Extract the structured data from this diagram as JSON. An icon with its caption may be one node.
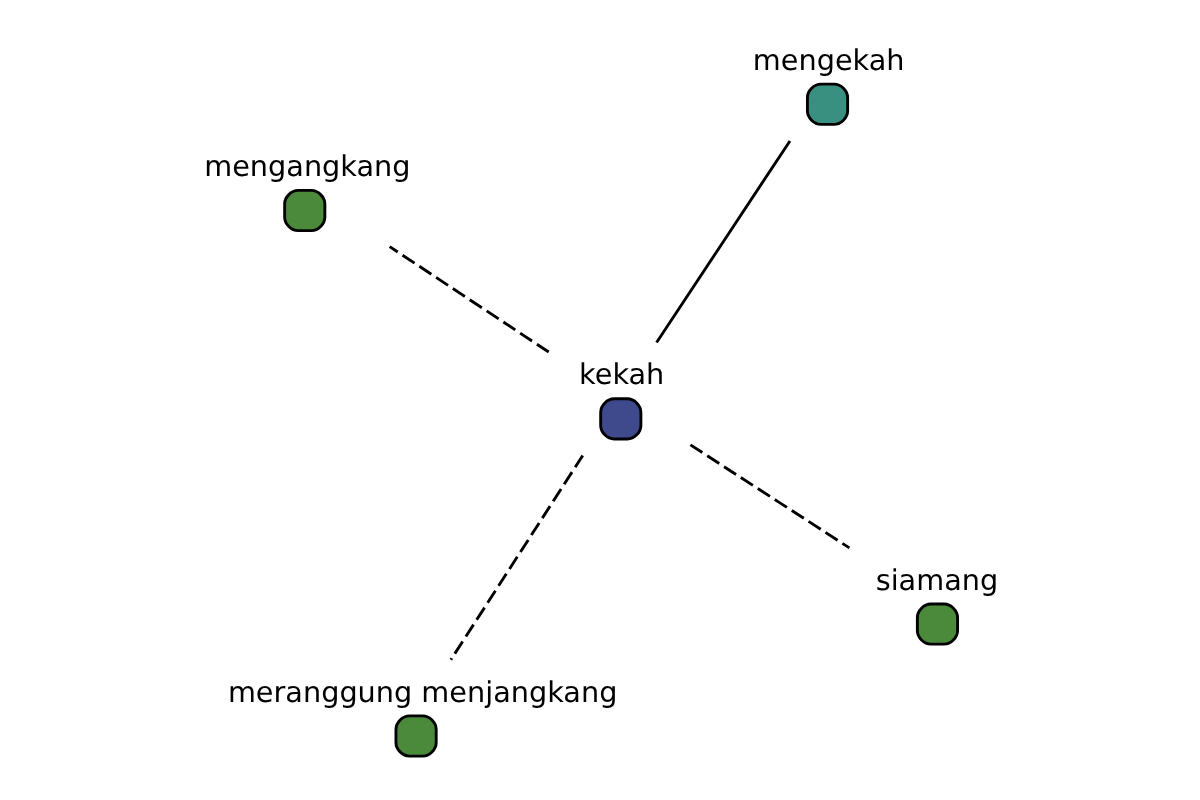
{
  "diagram": {
    "nodes": [
      {
        "text": [
          "kekah"
        ]
      },
      {
        "text": [
          "siamang"
        ]
      },
      {
        "text": [
          "meranggung menjangkang"
        ]
      },
      {
        "text": [
          "mengangkang"
        ]
      },
      {
        "text": [
          "mengekah"
        ]
      }
    ],
    "edges": [
      {
        "from": 0,
        "to": 1,
        "arrow": "none",
        "style": "dashed"
      },
      {
        "from": 0,
        "to": 2,
        "arrow": "none",
        "style": "dashed"
      },
      {
        "from": 0,
        "to": 3,
        "arrow": "none",
        "style": "dashed"
      },
      {
        "from": 0,
        "to": 4,
        "arrow": "none"
      }
    ]
  }
}
